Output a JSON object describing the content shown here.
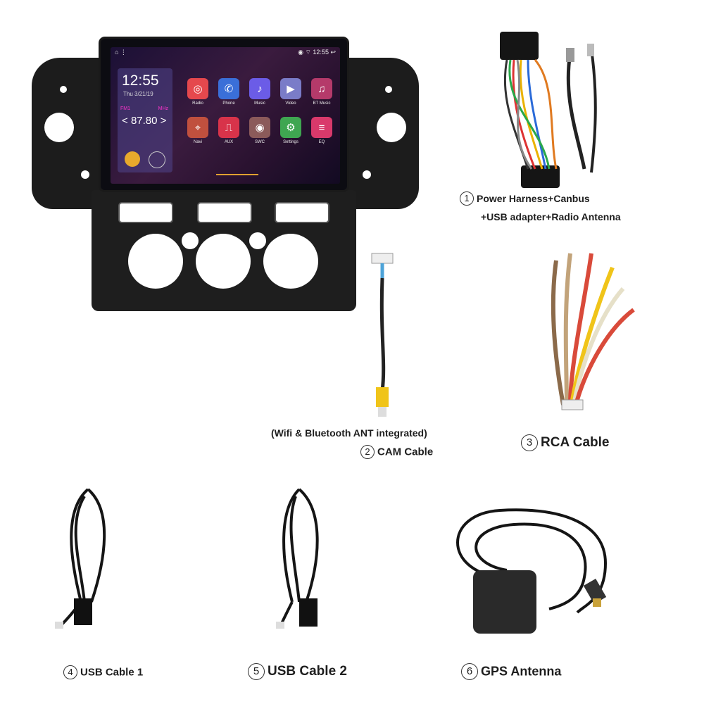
{
  "head_unit": {
    "status_time": "12:55",
    "clock_time": "12:55",
    "date": "Thu 3/21/19",
    "band": "FM1",
    "unit": "MHz",
    "frequency": "87.80",
    "apps": [
      {
        "label": "Radio",
        "color": "#e5484d"
      },
      {
        "label": "Phone",
        "color": "#3a6fd8"
      },
      {
        "label": "Music",
        "color": "#6b5ce7"
      },
      {
        "label": "Video",
        "color": "#7a7cc8"
      },
      {
        "label": "BT Music",
        "color": "#b53a6a"
      },
      {
        "label": "Navi",
        "color": "#c0503e"
      },
      {
        "label": "AUX",
        "color": "#d8334a"
      },
      {
        "label": "SWC",
        "color": "#8b5a5a"
      },
      {
        "label": "Settings",
        "color": "#3fa651"
      },
      {
        "label": "EQ",
        "color": "#d9396b"
      }
    ]
  },
  "captions": {
    "item1_num": "1",
    "item1_line1": "Power Harness+Canbus",
    "item1_line2": "+USB adapter+Radio Antenna",
    "item2_note": "(Wifi & Bluetooth ANT integrated)",
    "item2_num": "2",
    "item2_label": "CAM Cable",
    "item3_num": "3",
    "item3_label": "RCA Cable",
    "item4_num": "4",
    "item4_label": "USB Cable 1",
    "item5_num": "5",
    "item5_label": "USB Cable 2",
    "item6_num": "6",
    "item6_label": "GPS Antenna"
  }
}
